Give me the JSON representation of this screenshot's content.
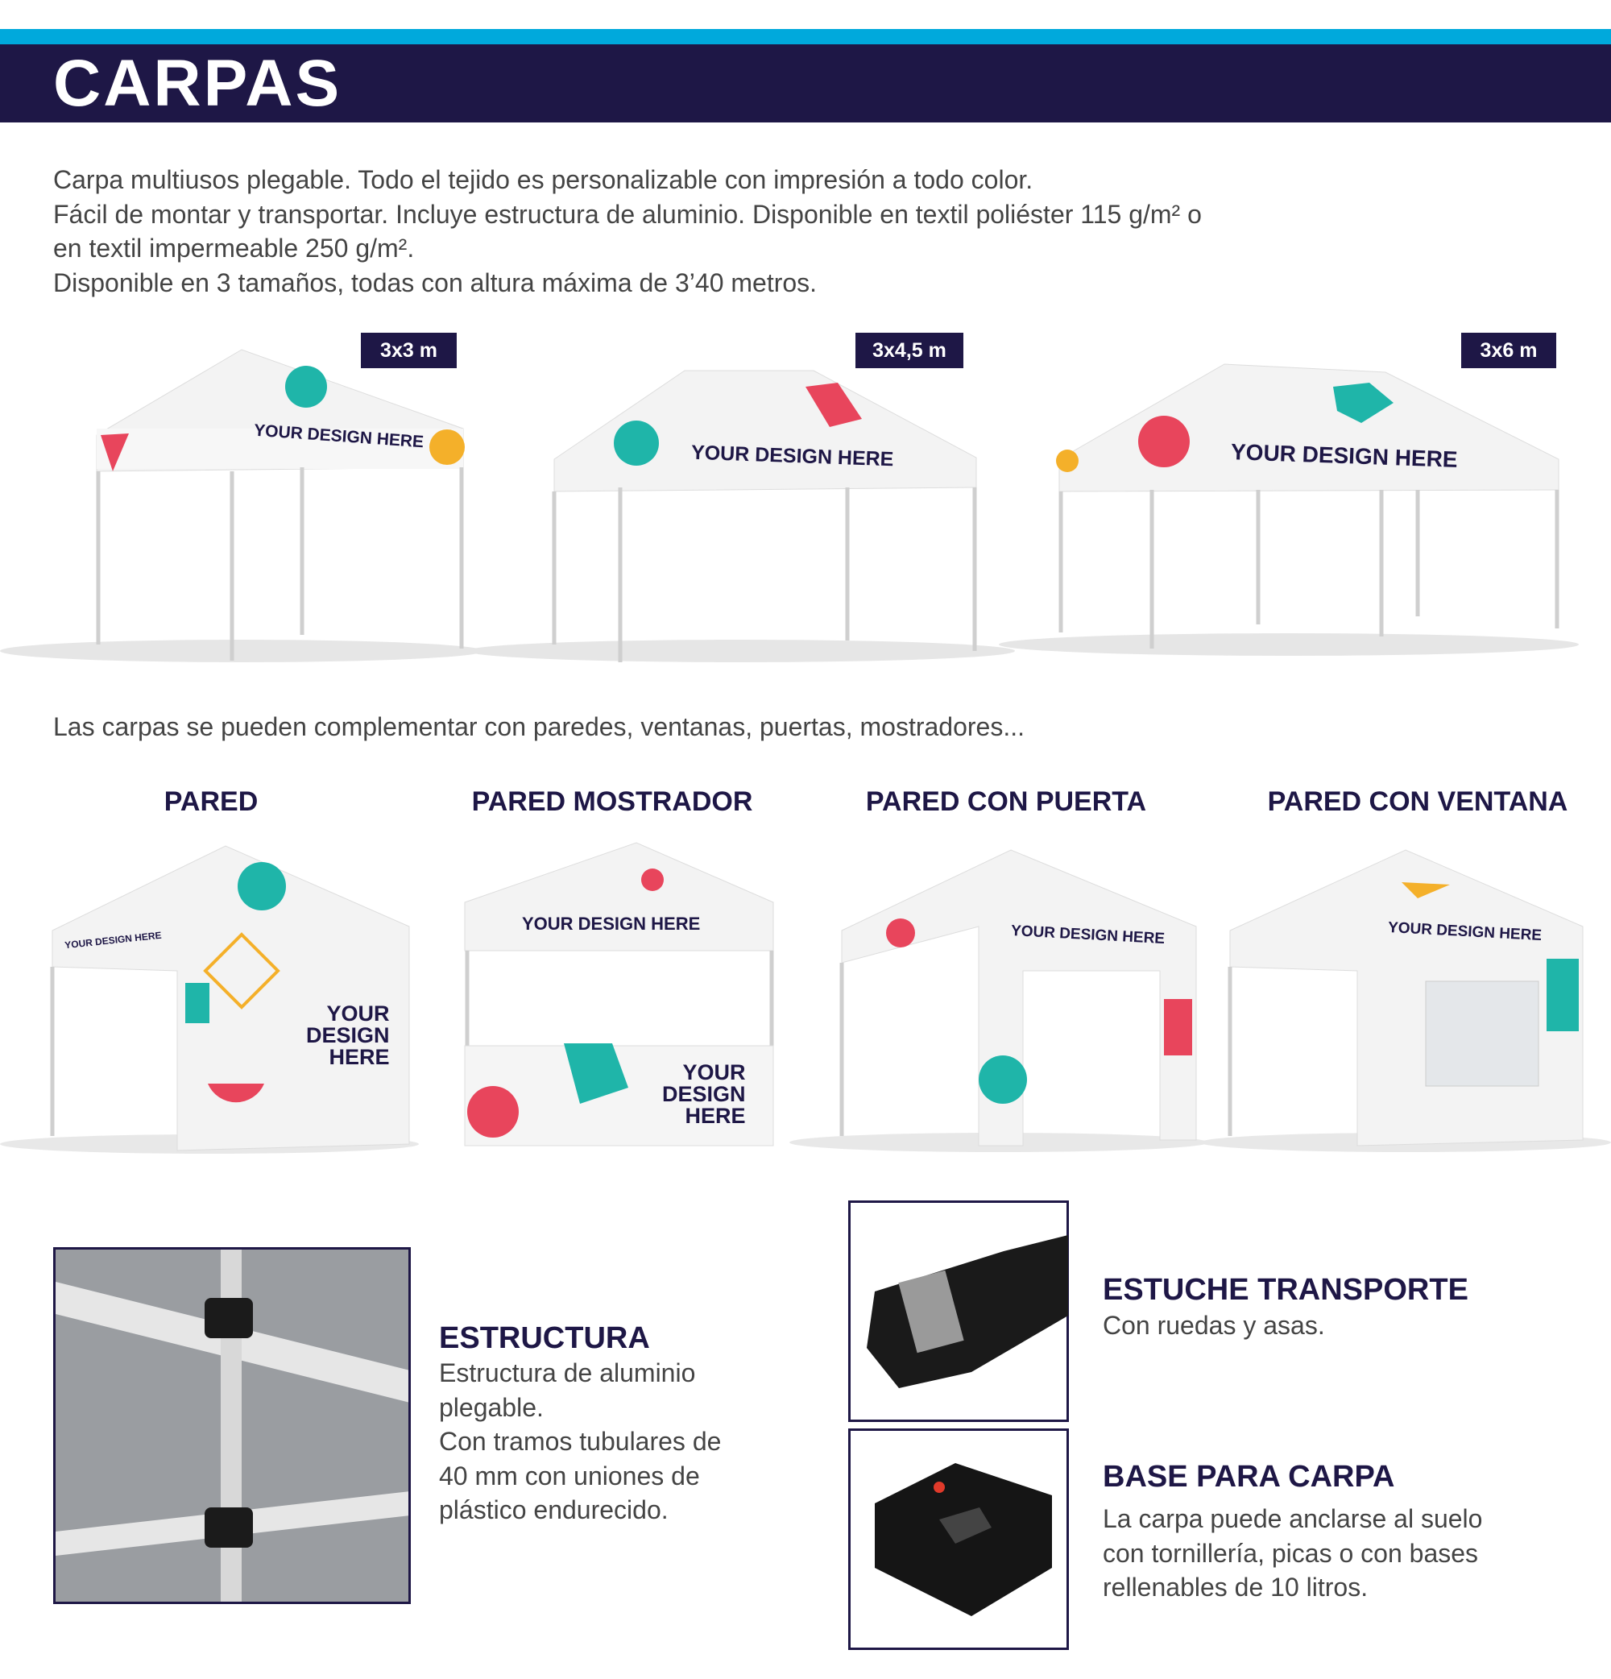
{
  "header": {
    "title": "CARPAS",
    "accent_color": "#00a9dc",
    "brand_color": "#1e1746"
  },
  "intro": {
    "lines": [
      "Carpa multiusos plegable. Todo el tejido es personalizable con impresión a todo color.",
      "Fácil de montar y transportar. Incluye estructura de aluminio. Disponible en textil poliéster 115 g/m² o",
      "en textil impermeable 250 g/m².",
      "Disponible en 3 tamaños, todas con altura máxima de 3’40 metros."
    ]
  },
  "sizes": [
    {
      "label": "3x3 m"
    },
    {
      "label": "3x4,5 m"
    },
    {
      "label": "3x6 m"
    }
  ],
  "tent_print": "YOUR DESIGN HERE",
  "wall_print": [
    "YOUR",
    "DESIGN",
    "HERE"
  ],
  "complement_text": "Las carpas se pueden complementar con paredes, ventanas, puertas, mostradores...",
  "walls": [
    {
      "label": "PARED"
    },
    {
      "label": "PARED MOSTRADOR"
    },
    {
      "label": "PARED CON PUERTA"
    },
    {
      "label": "PARED CON VENTANA"
    }
  ],
  "features": {
    "estructura": {
      "title": "ESTRUCTURA",
      "lines": [
        "Estructura de aluminio",
        "plegable.",
        "Con tramos tubulares de",
        "40 mm con uniones de",
        "plástico endurecido."
      ]
    },
    "estuche": {
      "title": "ESTUCHE TRANSPORTE",
      "lines": [
        "Con ruedas y asas."
      ]
    },
    "base": {
      "title": "BASE PARA CARPA",
      "lines": [
        "La carpa puede anclarse al suelo",
        "con tornillería, picas o con bases",
        "rellenables de 10 litros."
      ]
    }
  }
}
